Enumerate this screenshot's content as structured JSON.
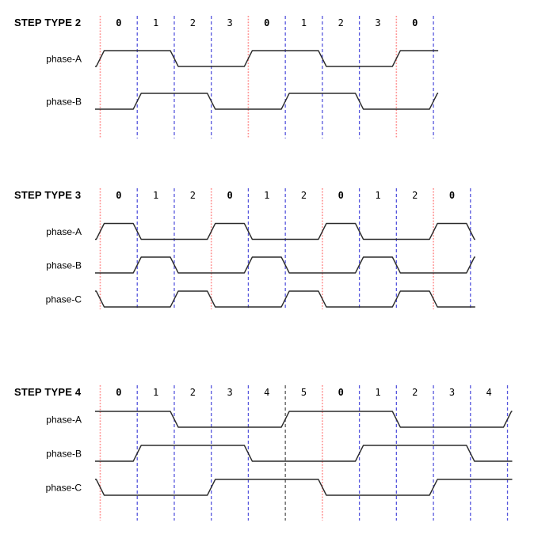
{
  "colors": {
    "red": "#ff8f8f",
    "blue": "#5656dd",
    "gray": "#5a5a5a",
    "trace": "#2b2b2b",
    "text": "#000000"
  },
  "diagrams": [
    {
      "title": "STEP TYPE 2",
      "step_labels": [
        "0",
        "1",
        "2",
        "3",
        "0",
        "1",
        "2",
        "3",
        "0"
      ],
      "emphasized_label": "0",
      "boundary_colors": [
        "red",
        "blue",
        "blue",
        "blue",
        "red",
        "blue",
        "blue",
        "blue",
        "red",
        "blue"
      ],
      "phases": [
        {
          "label": "phase-A",
          "pre": 0,
          "values": [
            1,
            1,
            0,
            0,
            1,
            1,
            0,
            0,
            1
          ],
          "post": 1
        },
        {
          "label": "phase-B",
          "pre": 0,
          "values": [
            0,
            1,
            1,
            0,
            0,
            1,
            1,
            0,
            0
          ],
          "post": 1
        }
      ]
    },
    {
      "title": "STEP TYPE 3",
      "step_labels": [
        "0",
        "1",
        "2",
        "0",
        "1",
        "2",
        "0",
        "1",
        "2",
        "0"
      ],
      "emphasized_label": "0",
      "boundary_colors": [
        "red",
        "blue",
        "blue",
        "red",
        "blue",
        "blue",
        "red",
        "blue",
        "blue",
        "red",
        "blue"
      ],
      "phases": [
        {
          "label": "phase-A",
          "pre": 0,
          "values": [
            1,
            0,
            0,
            1,
            0,
            0,
            1,
            0,
            0,
            1
          ],
          "post": 0
        },
        {
          "label": "phase-B",
          "pre": 0,
          "values": [
            0,
            1,
            0,
            0,
            1,
            0,
            0,
            1,
            0,
            0
          ],
          "post": 1
        },
        {
          "label": "phase-C",
          "pre": 1,
          "values": [
            0,
            0,
            1,
            0,
            0,
            1,
            0,
            0,
            1,
            0
          ],
          "post": 0
        }
      ]
    },
    {
      "title": "STEP TYPE 4",
      "step_labels": [
        "0",
        "1",
        "2",
        "3",
        "4",
        "5",
        "0",
        "1",
        "2",
        "3",
        "4"
      ],
      "emphasized_label": "0",
      "boundary_colors": [
        "red",
        "blue",
        "blue",
        "blue",
        "blue",
        "gray",
        "red",
        "blue",
        "blue",
        "blue",
        "blue",
        "blue"
      ],
      "phases": [
        {
          "label": "phase-A",
          "pre": 1,
          "values": [
            1,
            1,
            0,
            0,
            0,
            1,
            1,
            1,
            0,
            0,
            0
          ],
          "post": 1
        },
        {
          "label": "phase-B",
          "pre": 0,
          "values": [
            0,
            1,
            1,
            1,
            0,
            0,
            0,
            1,
            1,
            1,
            0
          ],
          "post": 0
        },
        {
          "label": "phase-C",
          "pre": 1,
          "values": [
            0,
            0,
            0,
            1,
            1,
            1,
            0,
            0,
            0,
            1,
            1
          ],
          "post": 1
        }
      ]
    }
  ]
}
